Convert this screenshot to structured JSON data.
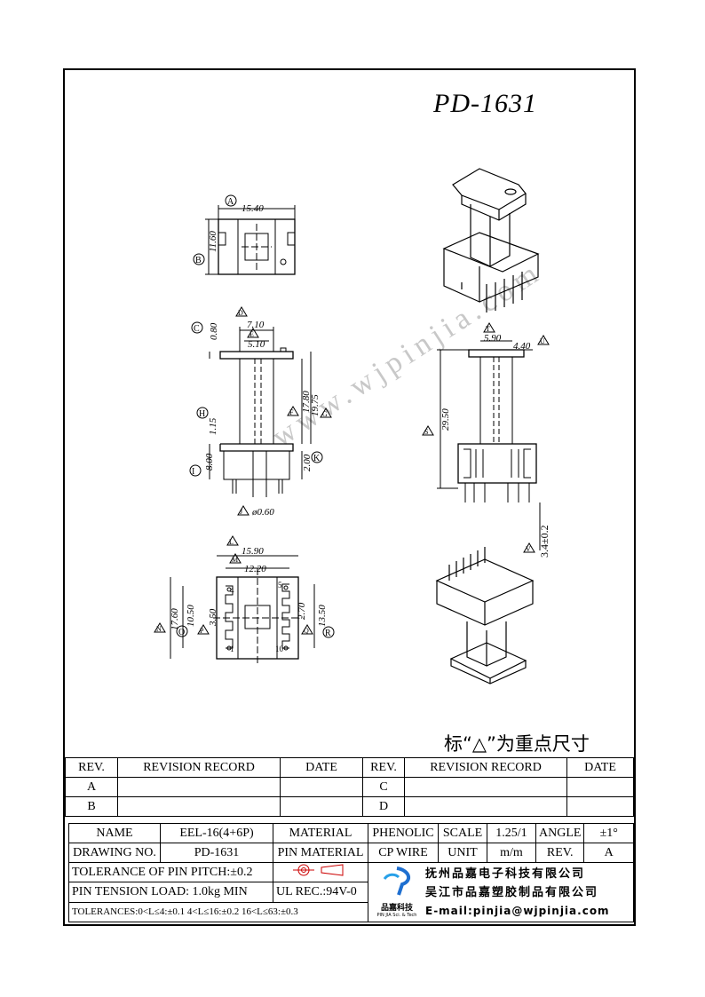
{
  "title": "PD-1631",
  "note": "标“△”为重点尺寸",
  "watermark": "www.wjpinjia.com",
  "dims": {
    "a": "15.40",
    "b": "11.60",
    "c": "0.80",
    "d": "7.10",
    "e": "5.10",
    "f": "17.80",
    "g": "19.75",
    "h": "1.15",
    "i": "8.00",
    "j": "ø0.60",
    "k": "2.00",
    "l": "15.90",
    "m": "12.20",
    "n": "17.60",
    "o": "10.50",
    "p": "3.50",
    "q": "2.70",
    "r": "13.50",
    "s": "29.50",
    "t": "5.90",
    "u": "4.40",
    "v": "3.4±0.2"
  },
  "labels": [
    "A",
    "B",
    "C",
    "D",
    "E",
    "F",
    "G",
    "H",
    "I",
    "J",
    "K",
    "L",
    "M",
    "N",
    "O",
    "P",
    "Q",
    "R",
    "S",
    "T",
    "U",
    "V"
  ],
  "pin_numbers": {
    "p4": "4",
    "p1": "1",
    "p5": "5",
    "p10": "10"
  },
  "revision": {
    "headers": {
      "rev": "REV.",
      "record": "REVISION RECORD",
      "date": "DATE"
    },
    "rows": [
      {
        "left": "A",
        "right": "C"
      },
      {
        "left": "B",
        "right": "D"
      }
    ]
  },
  "info": {
    "name_label": "NAME",
    "name_value": "EEL-16(4+6P)",
    "material_label": "MATERIAL",
    "material_value": "PHENOLIC",
    "scale_label": "SCALE",
    "scale_value": "1.25/1",
    "angle_label": "ANGLE",
    "angle_value": "±1°",
    "drawing_label": "DRAWING NO.",
    "drawing_value": "PD-1631",
    "pin_material_label": "PIN MATERIAL",
    "pin_material_value": "CP WIRE",
    "unit_label": "UNIT",
    "unit_value": "m/m",
    "rev_label": "REV.",
    "rev_value": "A",
    "tolerance_pitch": "TOLERANCE OF PIN PITCH:±0.2",
    "pin_tension": "PIN TENSION LOAD: 1.0kg  MIN",
    "ul": "UL REC.:94V-0",
    "tolerances": "TOLERANCES:0<L≤4:±0.1 4<L≤16:±0.2 16<L≤63:±0.3",
    "company1": "抚州品嘉电子科技有限公司",
    "company2": "吴江市品嘉塑胶制品有限公司",
    "email": "E-mail:pinjia@wjpinjia.com",
    "logo_text": "品嘉科技",
    "logo_sub": "PIN JIA Sci. & Tech"
  }
}
